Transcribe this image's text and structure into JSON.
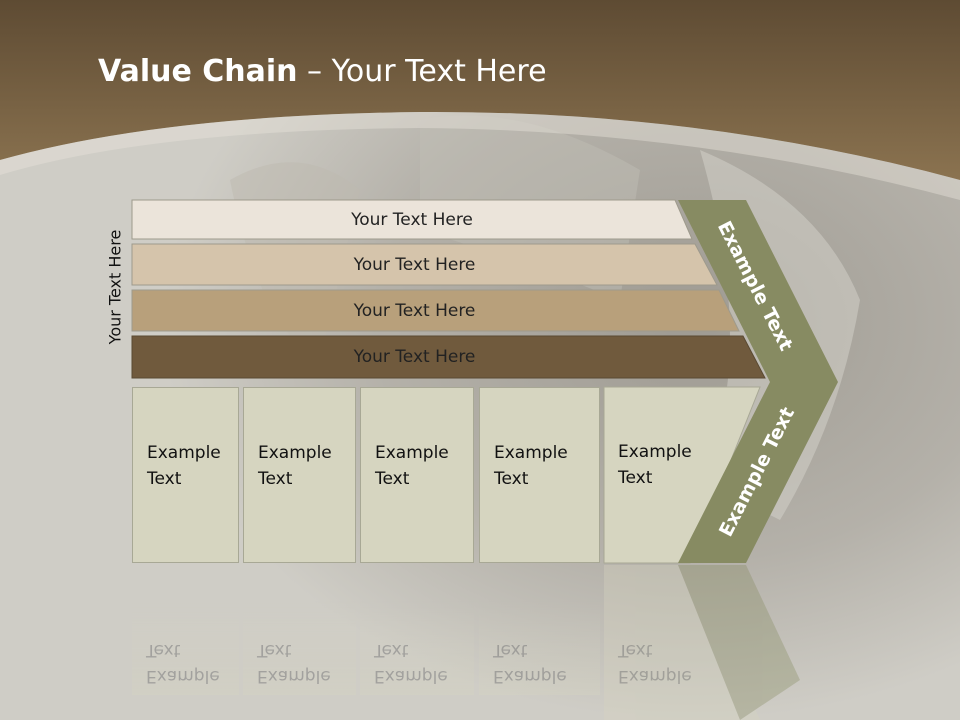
{
  "title": {
    "bold": "Value Chain",
    "rest": " – Your Text Here"
  },
  "side_label": "Your Text Here",
  "bars": [
    {
      "label": "Your Text Here",
      "color": "#ebe4da"
    },
    {
      "label": "Your Text Here",
      "color": "#d5c4ab"
    },
    {
      "label": "Your Text Here",
      "color": "#b8a07b"
    },
    {
      "label": "Your Text Here",
      "color": "#705a3d"
    }
  ],
  "columns": [
    {
      "line1": "Example",
      "line2": "Text"
    },
    {
      "line1": "Example",
      "line2": "Text"
    },
    {
      "line1": "Example",
      "line2": "Text"
    },
    {
      "line1": "Example",
      "line2": "Text"
    },
    {
      "line1": "Example",
      "line2": "Text"
    }
  ],
  "chevron": {
    "upper_label": "Example Text",
    "lower_label": "Example Text",
    "color": "#878b62"
  },
  "colors": {
    "header": "#7a6446",
    "panel": "#d6d5c0"
  }
}
